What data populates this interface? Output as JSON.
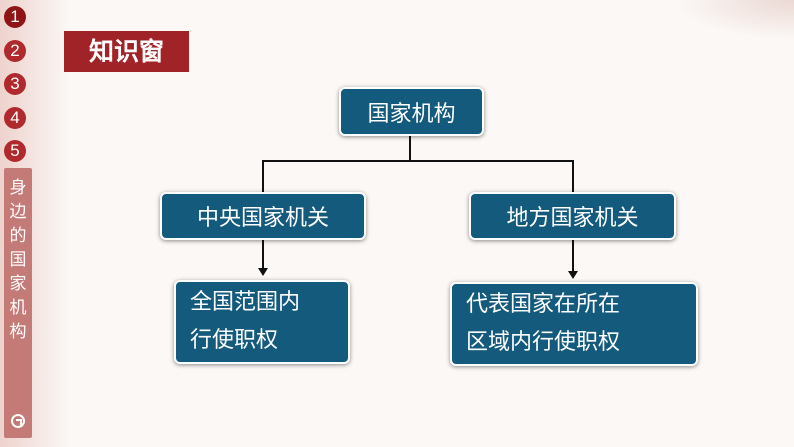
{
  "nav": {
    "numbers": [
      "1",
      "2",
      "3",
      "4",
      "5"
    ]
  },
  "sidebar": {
    "chars": [
      "身",
      "边",
      "的",
      "国",
      "家",
      "机",
      "构"
    ],
    "return_icon": "return-icon"
  },
  "header": {
    "title": "知识窗"
  },
  "diagram": {
    "root": "国家机构",
    "left": {
      "label": "中央国家机关",
      "detail": [
        "全国范围内",
        "行使职权"
      ]
    },
    "right": {
      "label": "地方国家机关",
      "detail": [
        "代表国家在所在",
        "区域内行使职权"
      ]
    }
  },
  "colors": {
    "node_fill": "#135a7c",
    "title_fill": "#a02327",
    "nav_fill": "#b0292c",
    "side_fill": "#c47b78"
  }
}
